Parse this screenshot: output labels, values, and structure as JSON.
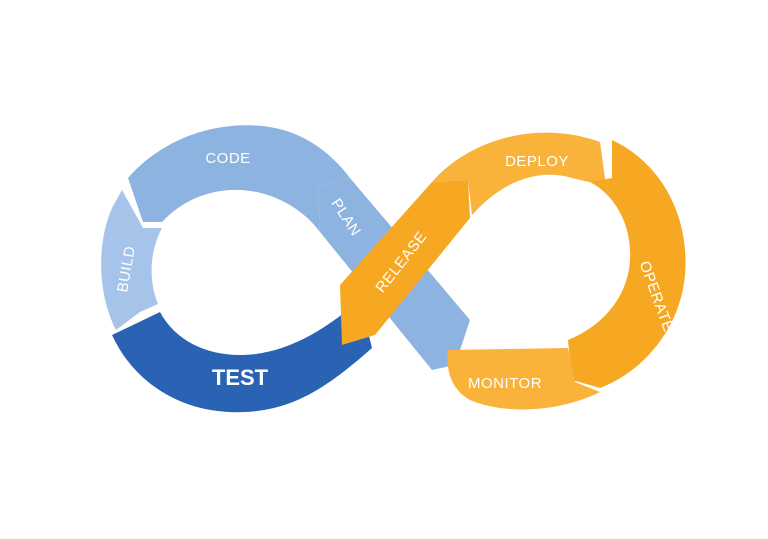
{
  "diagram": {
    "colors": {
      "light_blue": "#8db3e0",
      "mid_blue": "#a6c4ea",
      "dark_blue": "#2a63b3",
      "orange": "#f7a823",
      "orange_light": "#f9b23a",
      "background": "#ffffff"
    },
    "stages": [
      {
        "id": "code",
        "label": "CODE"
      },
      {
        "id": "build",
        "label": "BUILD"
      },
      {
        "id": "test",
        "label": "TEST"
      },
      {
        "id": "plan",
        "label": "PLAN"
      },
      {
        "id": "release",
        "label": "RELEASE"
      },
      {
        "id": "deploy",
        "label": "DEPLOY"
      },
      {
        "id": "operate",
        "label": "OPERATE"
      },
      {
        "id": "monitor",
        "label": "MONITOR"
      }
    ]
  }
}
